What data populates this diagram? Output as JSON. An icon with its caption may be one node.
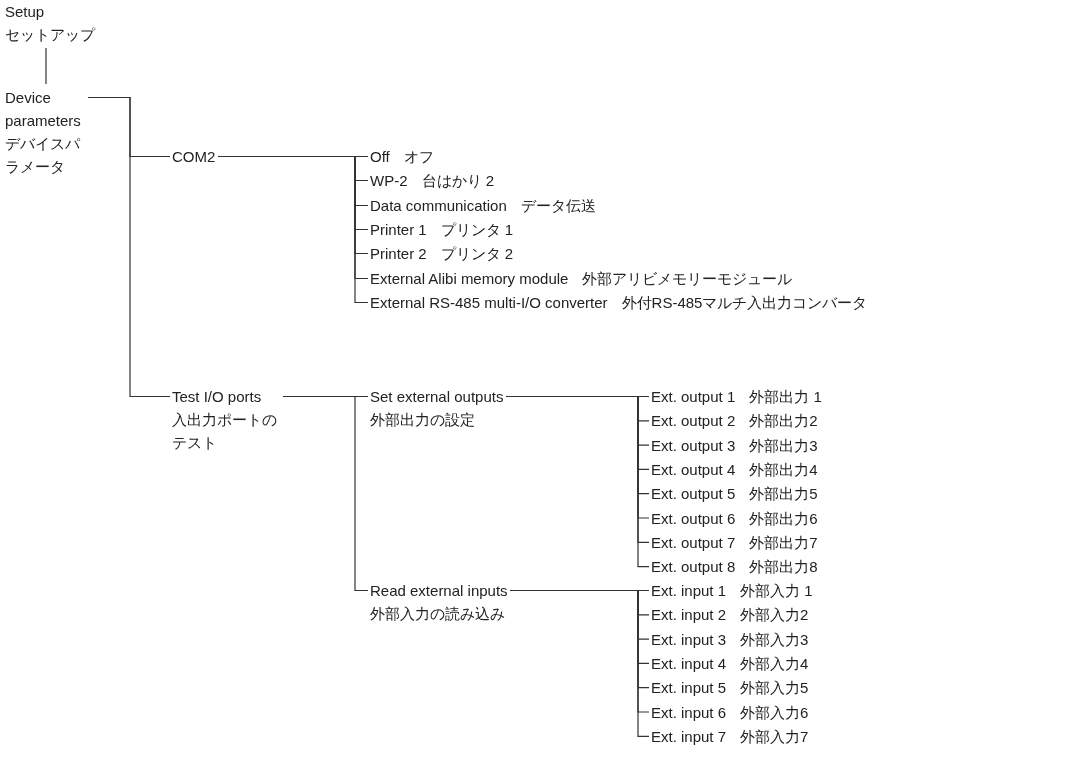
{
  "diagram": {
    "nodes": [
      {
        "text": [
          "Setup",
          "セットアップ"
        ]
      },
      {
        "text": [
          "Device parameters",
          "デバイスパラメータ"
        ]
      },
      {
        "text": [
          "COM2"
        ]
      },
      {
        "text": [
          "Off",
          "オフ"
        ]
      },
      {
        "text": [
          "WP-2",
          "台はかり 2"
        ]
      },
      {
        "text": [
          "Data communication",
          "データ伝送"
        ]
      },
      {
        "text": [
          "Printer 1",
          "プリンタ 1"
        ]
      },
      {
        "text": [
          "Printer 2",
          "プリンタ 2"
        ]
      },
      {
        "text": [
          "External Alibi memory module",
          "外部アリビメモリーモジュール"
        ]
      },
      {
        "text": [
          "External RS-485 multi-I/O converter",
          "外付RS-485マルチ入出力コンバータ"
        ]
      },
      {
        "text": [
          "Test I/O ports",
          "入出力ポートのテスト"
        ]
      },
      {
        "text": [
          "Set external outputs",
          "外部出力の設定"
        ]
      },
      {
        "text": [
          "Ext. output 1",
          "外部出力 1"
        ]
      },
      {
        "text": [
          "Ext. output 2",
          "外部出力2"
        ]
      },
      {
        "text": [
          "Ext. output 3",
          "外部出力3"
        ]
      },
      {
        "text": [
          "Ext. output 4",
          "外部出力4"
        ]
      },
      {
        "text": [
          "Ext. output 5",
          "外部出力5"
        ]
      },
      {
        "text": [
          "Ext. output 6",
          "外部出力6"
        ]
      },
      {
        "text": [
          "Ext. output 7",
          "外部出力7"
        ]
      },
      {
        "text": [
          "Ext. output 8",
          "外部出力8"
        ]
      },
      {
        "text": [
          "Read external inputs",
          "外部入力の読み込み"
        ]
      },
      {
        "text": [
          "Ext. input 1",
          "外部入力 1"
        ]
      },
      {
        "text": [
          "Ext. input 2",
          "外部入力2"
        ]
      },
      {
        "text": [
          "Ext. input 3",
          "外部入力3"
        ]
      },
      {
        "text": [
          "Ext. input 4",
          "外部入力4"
        ]
      },
      {
        "text": [
          "Ext. input 5",
          "外部入力5"
        ]
      },
      {
        "text": [
          "Ext. input 6",
          "外部入力6"
        ]
      },
      {
        "text": [
          "Ext. input 7",
          "外部入力7"
        ]
      }
    ],
    "edges": [
      {
        "from": 0,
        "to": 1,
        "arrow": "none"
      },
      {
        "from": 1,
        "to": null,
        "arrow": "none"
      },
      {
        "from": 1,
        "to": 2,
        "arrow": "none"
      },
      {
        "from": 1,
        "to": 10,
        "arrow": "none"
      },
      {
        "from": 2,
        "to": 3,
        "arrow": "none"
      },
      {
        "from": 2,
        "to": 4,
        "arrow": "none"
      },
      {
        "from": 2,
        "to": 5,
        "arrow": "none"
      },
      {
        "from": 2,
        "to": 6,
        "arrow": "none"
      },
      {
        "from": 2,
        "to": 7,
        "arrow": "none"
      },
      {
        "from": 2,
        "to": 8,
        "arrow": "none"
      },
      {
        "from": 2,
        "to": 9,
        "arrow": "none"
      },
      {
        "from": 10,
        "to": 11,
        "arrow": "none"
      },
      {
        "from": 10,
        "to": 20,
        "arrow": "none"
      },
      {
        "from": 11,
        "to": 12,
        "arrow": "none"
      },
      {
        "from": 11,
        "to": 13,
        "arrow": "none"
      },
      {
        "from": 11,
        "to": 14,
        "arrow": "none"
      },
      {
        "from": 11,
        "to": 15,
        "arrow": "none"
      },
      {
        "from": 11,
        "to": 16,
        "arrow": "none"
      },
      {
        "from": 11,
        "to": 17,
        "arrow": "none"
      },
      {
        "from": 11,
        "to": 18,
        "arrow": "none"
      },
      {
        "from": 11,
        "to": 19,
        "arrow": "none"
      },
      {
        "from": 20,
        "to": 21,
        "arrow": "none"
      },
      {
        "from": 20,
        "to": 22,
        "arrow": "none"
      },
      {
        "from": 20,
        "to": 23,
        "arrow": "none"
      },
      {
        "from": 20,
        "to": 24,
        "arrow": "none"
      },
      {
        "from": 20,
        "to": 25,
        "arrow": "none"
      },
      {
        "from": 20,
        "to": 26,
        "arrow": "none"
      },
      {
        "from": 20,
        "to": 27,
        "arrow": "none"
      }
    ]
  }
}
